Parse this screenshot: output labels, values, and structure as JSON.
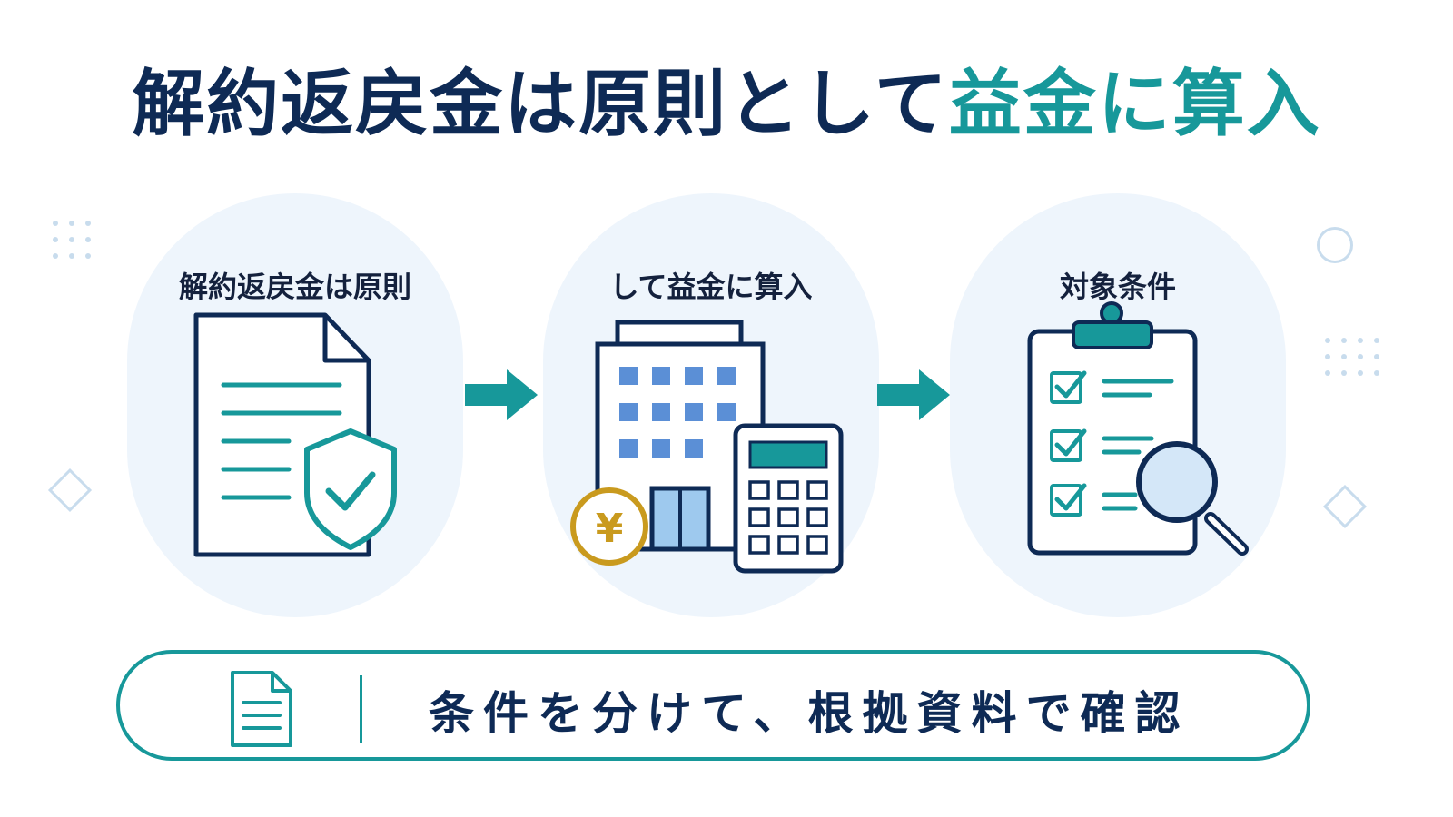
{
  "title": {
    "main": "解約返戻金は原則として",
    "accent": "益金に算入"
  },
  "colors": {
    "navy": "#0e2a55",
    "teal": "#17989a",
    "circle_bg": "#eef5fc",
    "gold": "#c99a1e",
    "light_blue": "#9ec9ee"
  },
  "steps": [
    {
      "label": "解約返戻金は原則",
      "icon": "document-shield-check-icon"
    },
    {
      "label": "して益金に算入",
      "icon": "building-calculator-yen-icon"
    },
    {
      "label": "対象条件",
      "icon": "clipboard-checklist-magnifier-icon"
    }
  ],
  "banner": {
    "icon": "document-icon",
    "text": "条件を分けて、根拠資料で確認"
  }
}
